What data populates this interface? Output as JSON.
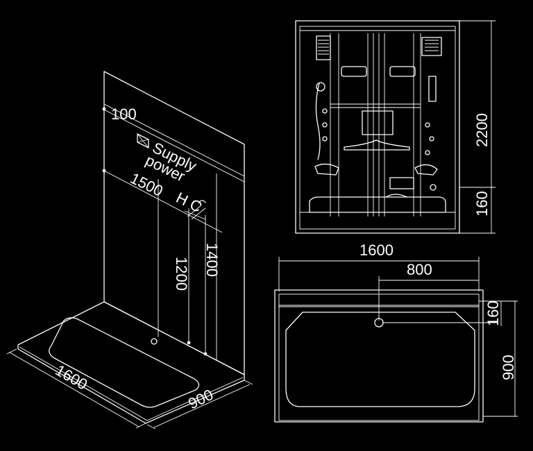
{
  "isometric_view": {
    "dim_100": "100",
    "supply_power_line1": "Supply",
    "supply_power_line2": "power",
    "dim_1500": "1500",
    "label_hc": "H C",
    "dim_1400": "1400",
    "dim_1200": "1200",
    "dim_1600": "1600",
    "dim_900": "900"
  },
  "front_view": {
    "dim_2200": "2200",
    "dim_160": "160"
  },
  "top_view": {
    "dim_1600": "1600",
    "dim_800": "800",
    "dim_160": "160",
    "dim_900": "900"
  }
}
